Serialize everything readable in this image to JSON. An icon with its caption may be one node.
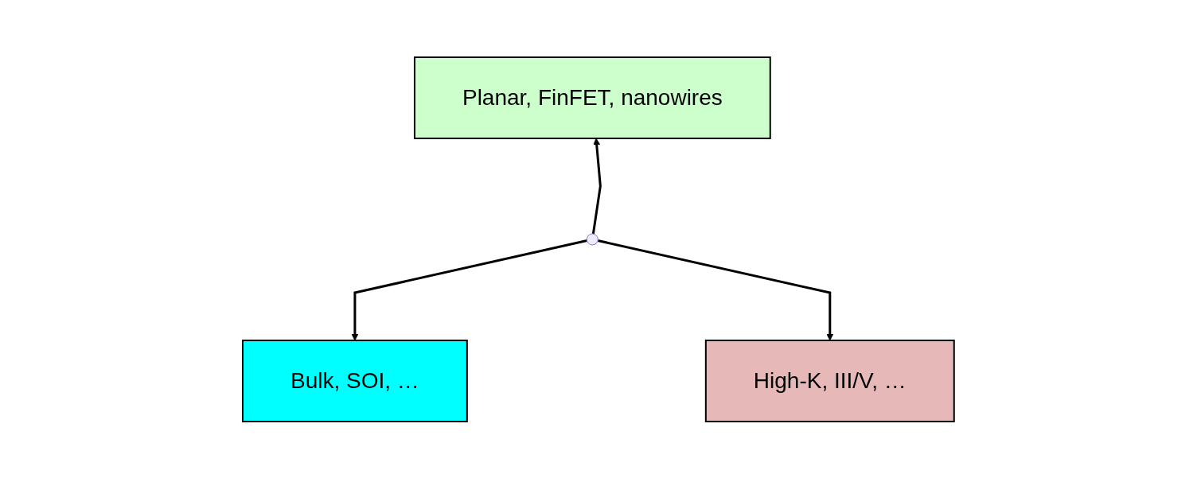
{
  "diagram": {
    "nodes": [
      {
        "text": [
          "Planar, FinFET, nanowires"
        ]
      },
      {
        "text": [
          "Bulk, SOI, …"
        ]
      },
      {
        "text": [
          "High-K, III/V, …"
        ]
      }
    ],
    "edges": [
      {
        "from": null,
        "to": 0,
        "arrow": "to"
      },
      {
        "from": null,
        "to": 1,
        "arrow": "to"
      },
      {
        "from": null,
        "to": 2,
        "arrow": "to"
      }
    ]
  }
}
